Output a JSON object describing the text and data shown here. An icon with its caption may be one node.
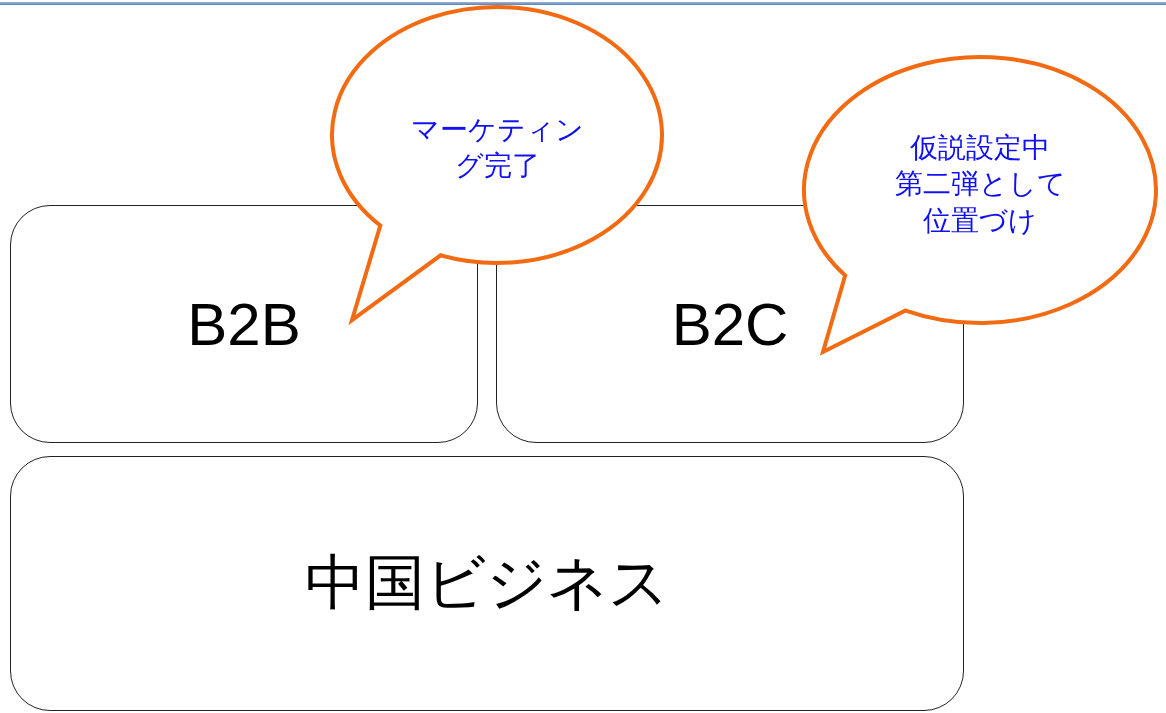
{
  "diagram": {
    "nodes": [
      {
        "text": [
          "B2B"
        ]
      },
      {
        "text": [
          "マーケティング完了"
        ]
      },
      {
        "text": [
          "B2C"
        ]
      },
      {
        "text": [
          "仮説設定中",
          "第二弾として位置づけ"
        ]
      },
      {
        "text": [
          "中国ビジネス"
        ]
      }
    ]
  }
}
